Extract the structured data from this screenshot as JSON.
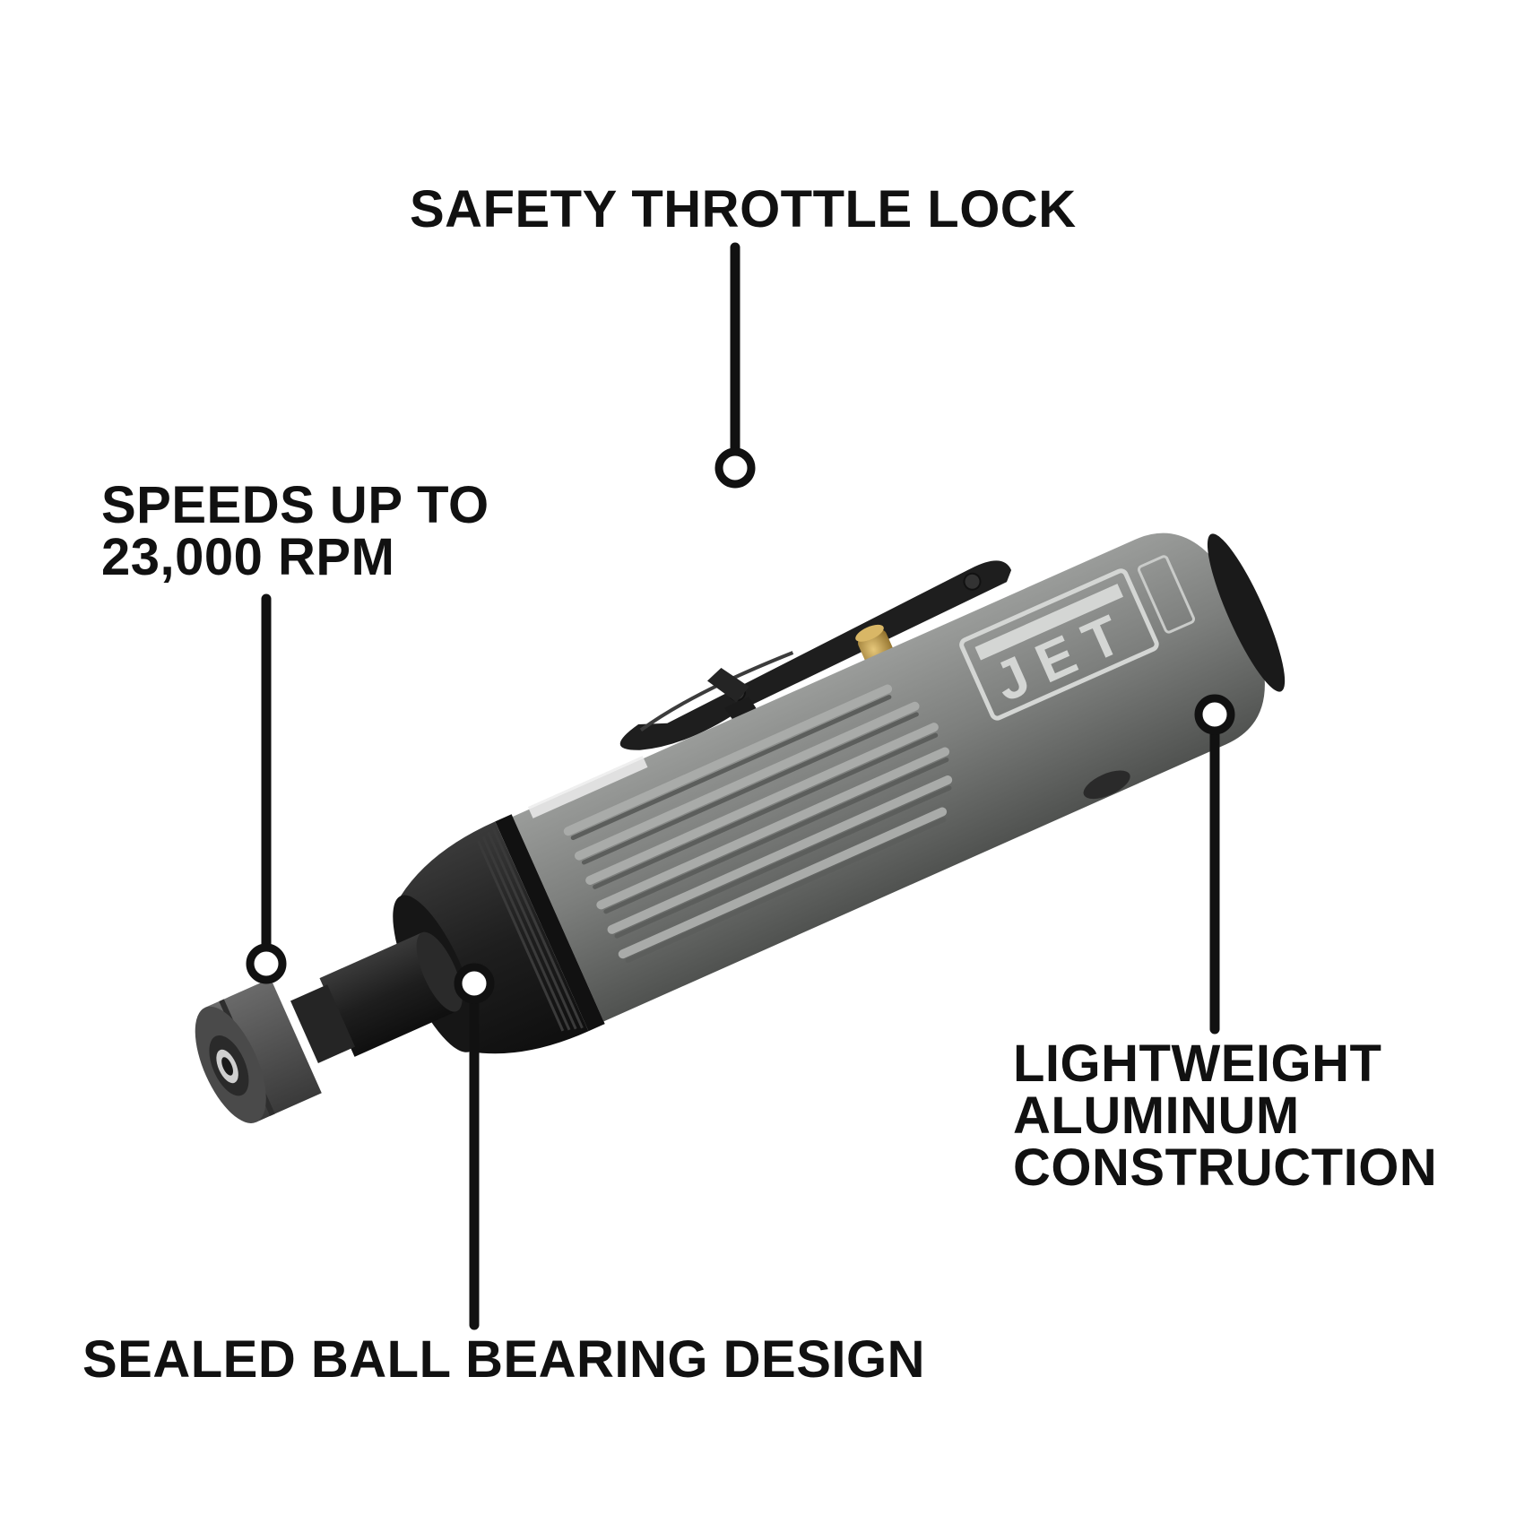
{
  "colors": {
    "background": "#ffffff",
    "text": "#111111",
    "body_gray": "#7c7e7c",
    "body_dark": "#4f514f",
    "black_part": "#1c1c1c",
    "brass": "#b8903a"
  },
  "callouts": {
    "throttle": {
      "lines": [
        "SAFETY THROTTLE LOCK"
      ]
    },
    "speed": {
      "lines": [
        "SPEEDS UP TO",
        "23,000 RPM"
      ]
    },
    "aluminum": {
      "lines": [
        "LIGHTWEIGHT",
        "ALUMINUM",
        "CONSTRUCTION"
      ]
    },
    "bearing": {
      "lines": [
        "SEALED BALL BEARING DESIGN"
      ]
    }
  },
  "product": {
    "brand_logo_text": "JET",
    "icon": "die-grinder-illustration"
  }
}
